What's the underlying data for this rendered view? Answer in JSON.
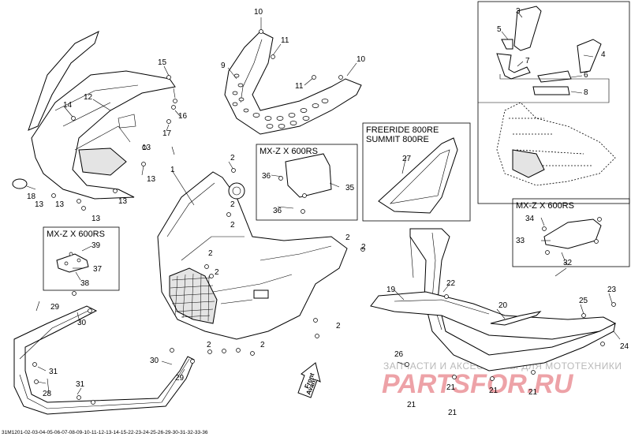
{
  "callouts": [
    "1",
    "2",
    "3",
    "4",
    "5",
    "6",
    "7",
    "8",
    "9",
    "10",
    "11",
    "12",
    "13",
    "14",
    "15",
    "16",
    "17",
    "18",
    "19",
    "20",
    "21",
    "22",
    "23",
    "24",
    "25",
    "26",
    "27",
    "28",
    "29",
    "30",
    "31",
    "32",
    "33",
    "34",
    "35",
    "36",
    "37",
    "38",
    "39"
  ],
  "boxes": {
    "mxz_600rs_a": "MX-Z X 600RS",
    "mxz_600rs_b": "MX-Z X 600RS",
    "mxz_600rs_c": "MX-Z X 600RS",
    "freeride_line1": "FREERIDE 800RE",
    "freeride_line2": "SUMMIT 800RE"
  },
  "front_arrow": {
    "line1": "Front",
    "line2": "Avant"
  },
  "watermark": {
    "line1": "ЗАПЧАСТИ И АКСЕССУАРЫ ДЛЯ МОТОТЕХНИКИ",
    "line2": "PARTSFOR.RU"
  },
  "figure_code": "31M1201-02-03-04-05-06-07-08-09-10-11-12-13-14-15-22-23-24-25-26-29-30-31-32-33-36",
  "colors": {
    "line": "#000000",
    "watermark_red": "#d8303c",
    "watermark_grey": "#b9b9b9"
  }
}
